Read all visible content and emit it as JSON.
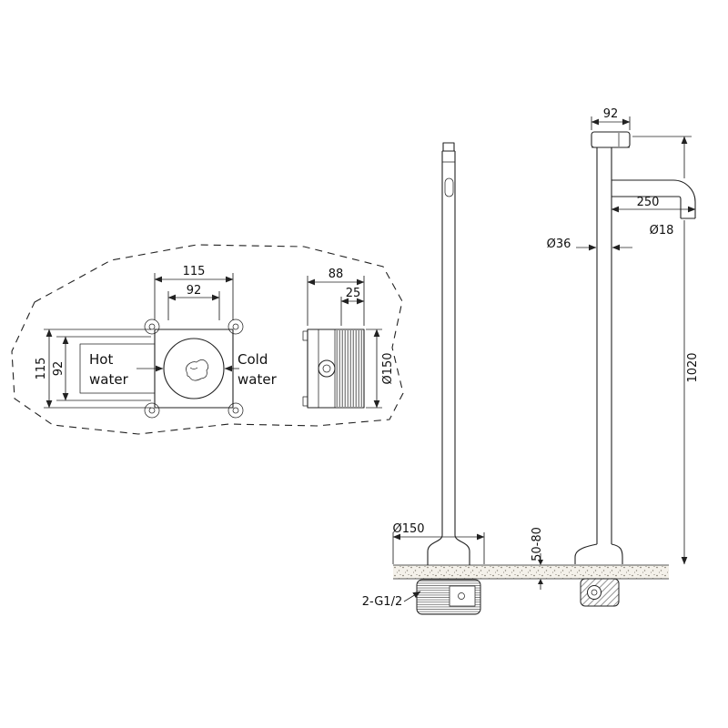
{
  "detail_view": {
    "hot": {
      "line1": "Hot",
      "line2": "water"
    },
    "cold": {
      "line1": "Cold",
      "line2": "water"
    },
    "dims": {
      "width_outer": "115",
      "width_inner": "92",
      "height_outer": "115",
      "height_inner": "92"
    }
  },
  "side_view": {
    "dims": {
      "depth": "88",
      "inset": "25",
      "diameter": "Ø150"
    }
  },
  "faucet_view": {
    "dims": {
      "head_width": "92",
      "spout_reach": "250",
      "spout_diameter": "Ø18",
      "riser_diameter": "Ø36",
      "overall_height": "1020",
      "base_diameter": "Ø150",
      "floor_thickness": "50-80",
      "inlet_connection": "2-G1/2"
    }
  },
  "colors": {
    "line": "#222222",
    "background": "#ffffff"
  }
}
